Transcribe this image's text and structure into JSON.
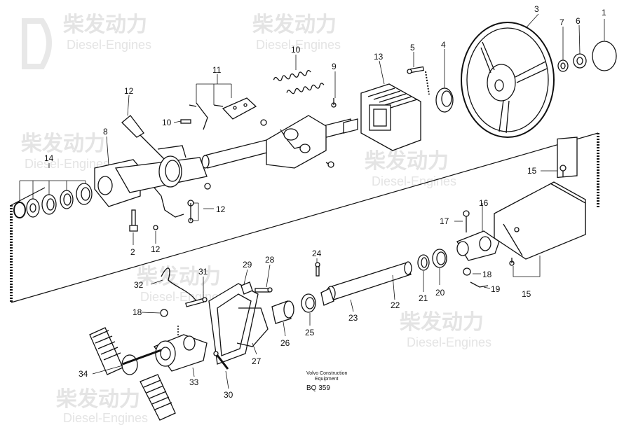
{
  "watermark": {
    "brand_cn": "柴发动力",
    "brand_en": "Diesel-Engines"
  },
  "caption": {
    "line1": "Volvo Construction",
    "line2": "Equipment",
    "code": "BQ 359"
  },
  "callouts": {
    "c1": "1",
    "c2": "2",
    "c3": "3",
    "c4": "4",
    "c5": "5",
    "c6": "6",
    "c7": "7",
    "c8": "8",
    "c9": "9",
    "c10a": "10",
    "c10b": "10",
    "c11": "11",
    "c12a": "12",
    "c12b": "12",
    "c12c": "12",
    "c13": "13",
    "c14": "14",
    "c15a": "15",
    "c15b": "15",
    "c16": "16",
    "c17": "17",
    "c18a": "18",
    "c18b": "18",
    "c19": "19",
    "c20": "20",
    "c21": "21",
    "c22": "22",
    "c23": "23",
    "c24": "24",
    "c25": "25",
    "c26": "26",
    "c27": "27",
    "c28": "28",
    "c29": "29",
    "c30": "30",
    "c31": "31",
    "c32": "32",
    "c33": "33",
    "c34": "34"
  }
}
